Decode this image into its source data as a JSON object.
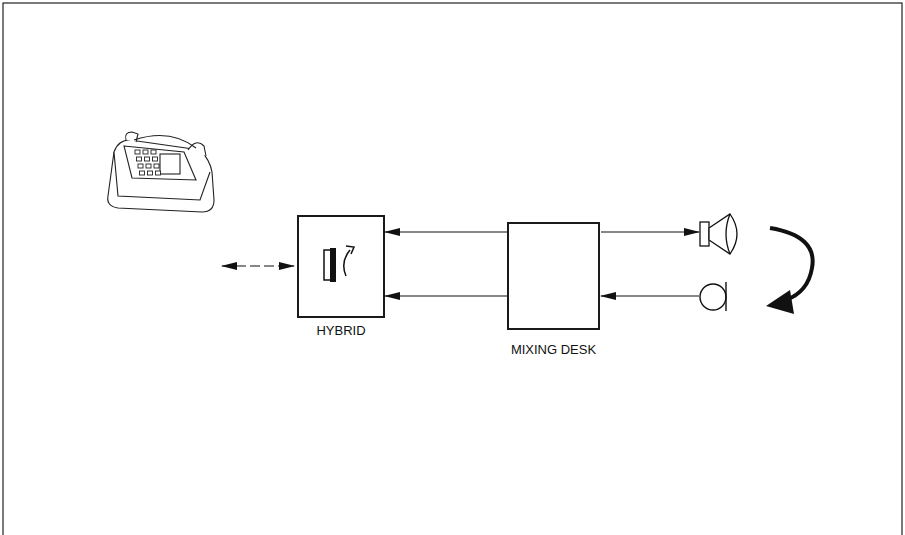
{
  "diagram": {
    "nodes": [
      {
        "text": [
          "HYBRID"
        ]
      },
      {
        "text": [
          "MIXING DESK"
        ]
      }
    ],
    "edges": [
      {
        "from": 1,
        "to": 0,
        "arrow": "to"
      },
      {
        "from": 1,
        "to": 0,
        "arrow": "to"
      }
    ]
  }
}
